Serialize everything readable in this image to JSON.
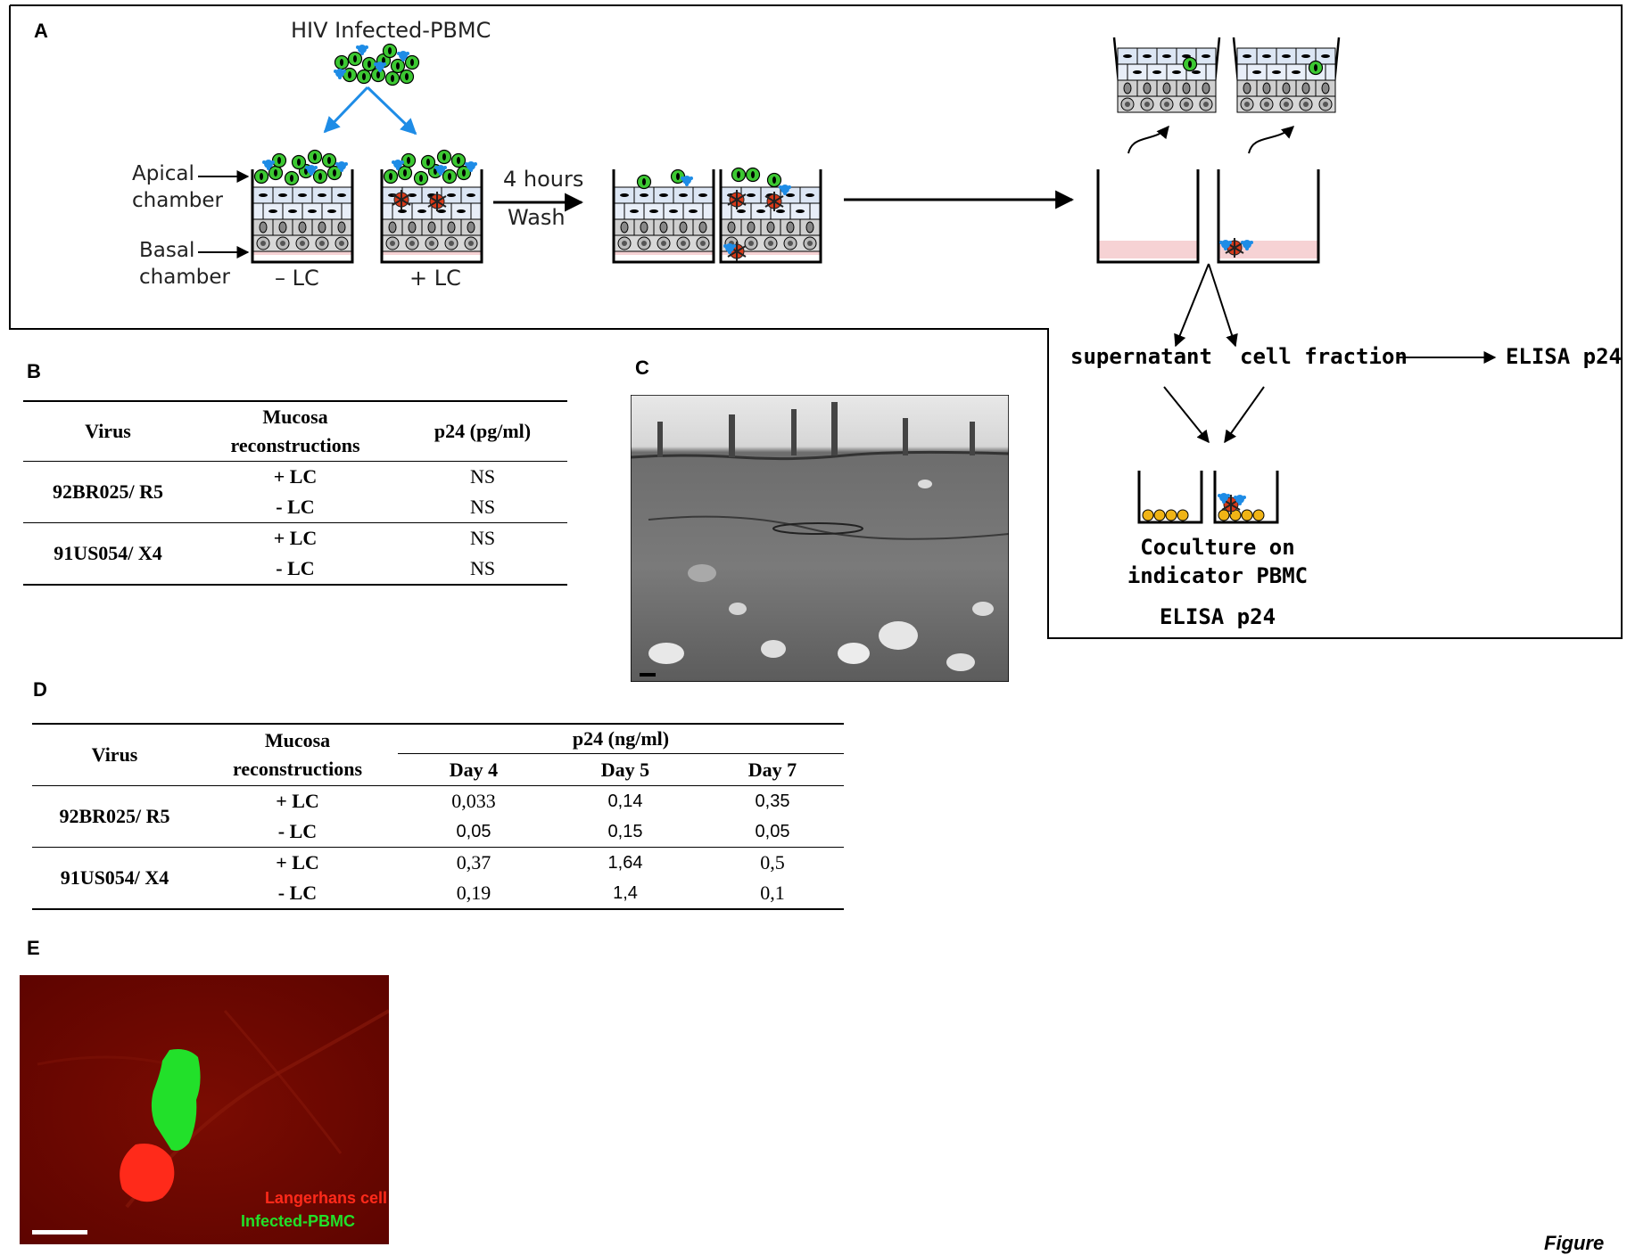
{
  "panels": {
    "a": "A",
    "b": "B",
    "c": "C",
    "d": "D",
    "e": "E"
  },
  "schematic": {
    "source_label": "HIV Infected-PBMC",
    "apical": "Apical\nchamber",
    "basal": "Basal\nchamber",
    "minus_lc": "– LC",
    "plus_lc": "+ LC",
    "step_top": "4 hours",
    "step_bottom": "Wash",
    "supernatant": "supernatant",
    "cell_fraction": "cell fraction",
    "elisa_right": "ELISA p24",
    "coculture": "Coculture on\nindicator PBMC",
    "elisa_bottom": "ELISA p24"
  },
  "table_b": {
    "headers": [
      "Virus",
      "Mucosa\nreconstructions",
      "p24 (pg/ml)"
    ],
    "rows": [
      {
        "virus": "92BR025/ R5",
        "lc": "+ LC",
        "value": "NS"
      },
      {
        "virus": "",
        "lc": "-  LC",
        "value": "NS"
      },
      {
        "virus": "91US054/ X4",
        "lc": "+ LC",
        "value": "NS"
      },
      {
        "virus": "",
        "lc": "-  LC",
        "value": "NS"
      }
    ]
  },
  "table_d": {
    "headers": [
      "Virus",
      "Mucosa\nreconstructions",
      "p24 (ng/ml)"
    ],
    "days": [
      "Day 4",
      "Day 5",
      "Day 7"
    ],
    "rows": [
      {
        "virus": "92BR025/ R5",
        "lc": "+ LC",
        "d4": "0,033",
        "d5": "0,14",
        "d7": "0,35"
      },
      {
        "virus": "",
        "lc": "-  LC",
        "d4": "0,05",
        "d5": "0,15",
        "d7": "0,05"
      },
      {
        "virus": "91US054/ X4",
        "lc": "+ LC",
        "d4": "0,37",
        "d5": "1,64",
        "d7": "0,5"
      },
      {
        "virus": "",
        "lc": "-  LC",
        "d4": "0,19",
        "d5": "1,4",
        "d7": "0,1"
      }
    ]
  },
  "micrograph_e": {
    "legend_red": "Langerhans cell",
    "legend_green": "Infected-PBMC",
    "red_color": "#ff2a1a",
    "green_color": "#22e02a"
  },
  "figure_caption": "Figure"
}
